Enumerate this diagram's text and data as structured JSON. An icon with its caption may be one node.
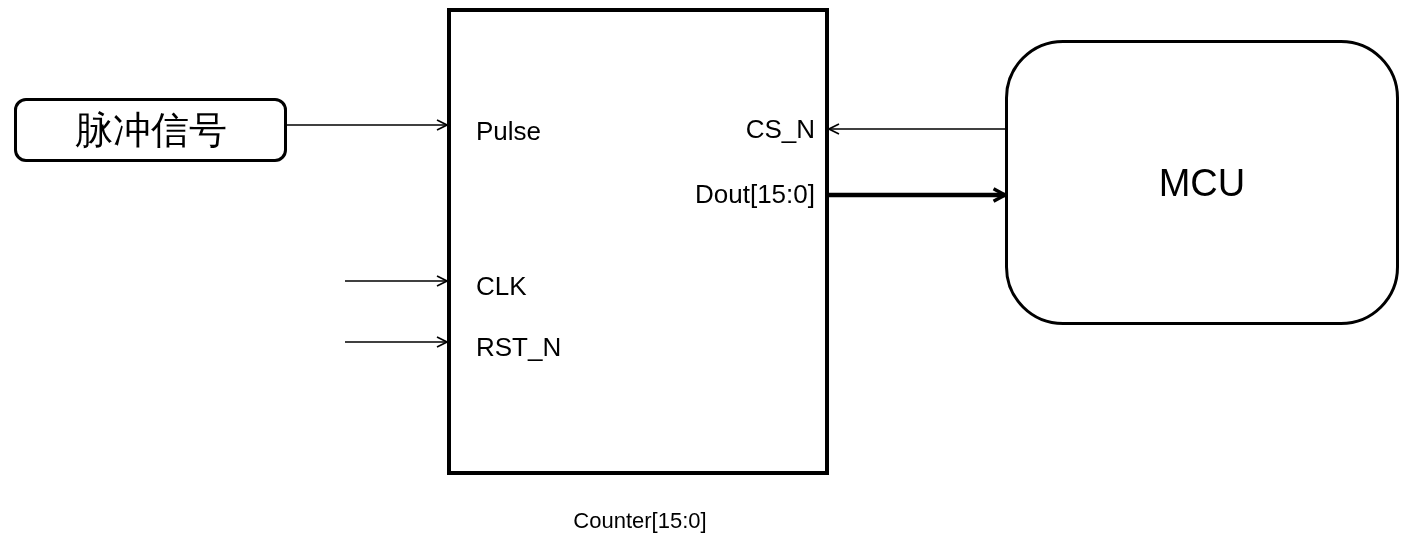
{
  "diagram": {
    "nodes": [
      {
        "text": [
          "脉冲信号"
        ]
      },
      {
        "text": [
          "Pulse",
          "CS_N",
          "Dout[15:0]",
          "CLK",
          "RST_N"
        ],
        "beside": [
          "Counter[15:0]"
        ]
      },
      {
        "text": [
          "MCU"
        ]
      }
    ],
    "edges": [
      {
        "from": 0,
        "to": 1,
        "arrow": "to"
      },
      {
        "from": 2,
        "to": 1,
        "arrow": "to"
      },
      {
        "from": 1,
        "to": 2,
        "arrow": "to",
        "style": "thick"
      },
      {
        "from": null,
        "to": 1,
        "arrow": "to"
      },
      {
        "from": null,
        "to": 1,
        "arrow": "to"
      }
    ]
  }
}
